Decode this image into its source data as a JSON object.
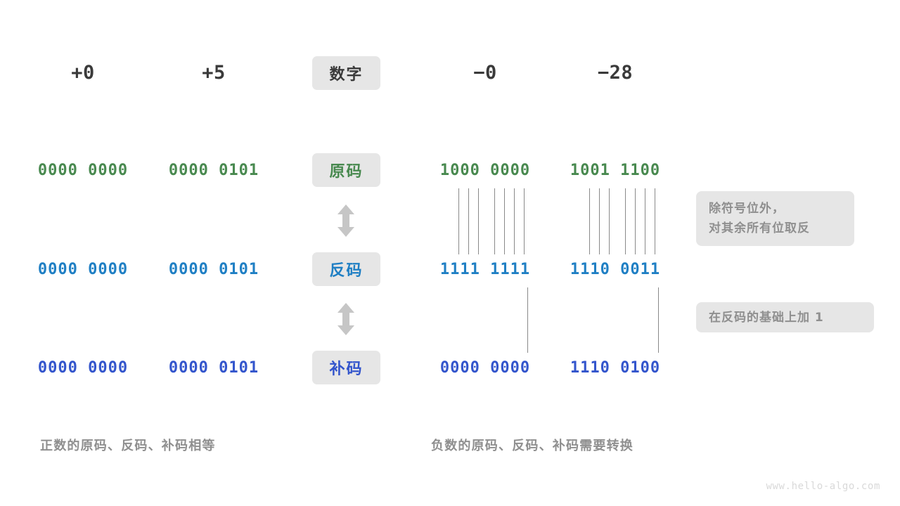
{
  "diagram": {
    "title_row": {
      "label": "数字",
      "columns": [
        {
          "name": "pos-zero",
          "value": "+0"
        },
        {
          "name": "pos-five",
          "value": "+5"
        },
        {
          "name": "neg-zero",
          "value": "−0"
        },
        {
          "name": "neg-28",
          "value": "−28"
        }
      ]
    },
    "rows": [
      {
        "key": "sign-magnitude",
        "label": "原码",
        "color": "#48894f",
        "cells": [
          "0000 0000",
          "0000 0101",
          "1000 0000",
          "1001 1100"
        ]
      },
      {
        "key": "ones-complement",
        "label": "反码",
        "color": "#1f7fc4",
        "cells": [
          "0000 0000",
          "0000 0101",
          "1111 1111",
          "1110 0011"
        ]
      },
      {
        "key": "twos-complement",
        "label": "补码",
        "color": "#3355cc",
        "cells": [
          "0000 0000",
          "0000 0101",
          "0000 0000",
          "1110 0100"
        ]
      }
    ],
    "notes": [
      {
        "key": "invert-note",
        "lines": [
          "除符号位外，",
          "对其余所有位取反"
        ]
      },
      {
        "key": "add-one-note",
        "lines": [
          "在反码的基础上加 1"
        ]
      }
    ],
    "captions": [
      {
        "key": "positive-caption",
        "text": "正数的原码、反码、补码相等"
      },
      {
        "key": "negative-caption",
        "text": "负数的原码、反码、补码需要转换"
      }
    ],
    "watermark": "www.hello-algo.com",
    "colors": {
      "pill_bg": "#e6e6e6",
      "note_bg": "#e6e6e6",
      "line": "#8a8a8a",
      "arrow": "#c6c6c6",
      "muted_text": "#8f8f8f",
      "head_text": "#3a3a3a",
      "watermark": "#d9d9d9"
    }
  }
}
